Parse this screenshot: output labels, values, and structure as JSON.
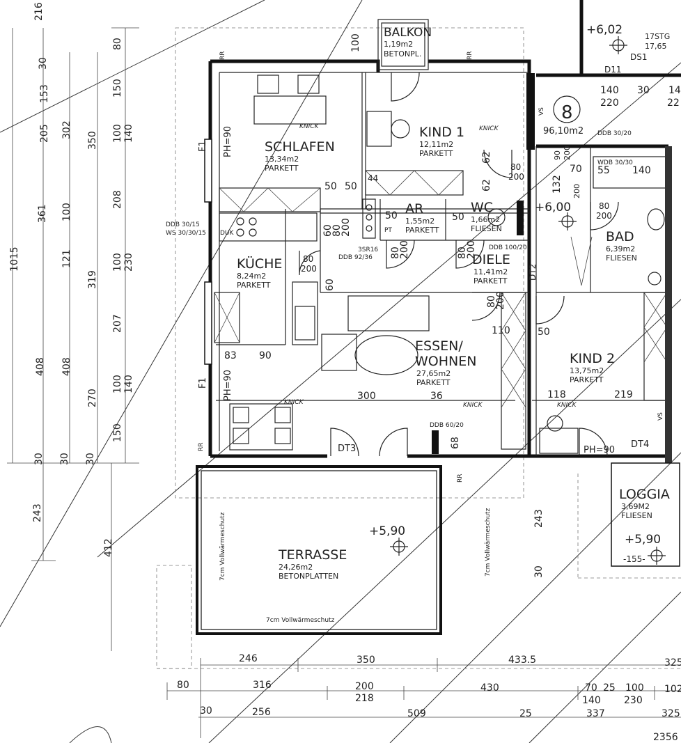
{
  "rooms": {
    "balkon": {
      "name": "BALKON",
      "area": "1,19m2",
      "floor": "BETONPL."
    },
    "kind1": {
      "name": "KIND 1",
      "area": "12,11m2",
      "floor": "PARKETT"
    },
    "schlafen": {
      "name": "SCHLAFEN",
      "area": "13,34m2",
      "floor": "PARKETT"
    },
    "ar": {
      "name": "AR",
      "area": "1,55m2",
      "floor": "PARKETT"
    },
    "wc": {
      "name": "WC",
      "area": "1,66m2",
      "floor": "FLIESEN"
    },
    "bad": {
      "name": "BAD",
      "area": "6,39m2",
      "floor": "FLIESEN"
    },
    "kueche": {
      "name": "KÜCHE",
      "area": "8,24m2",
      "floor": "PARKETT"
    },
    "diele": {
      "name": "DIELE",
      "area": "11,41m2",
      "floor": "PARKETT"
    },
    "essen": {
      "name": "ESSEN/",
      "name2": "WOHNEN",
      "area": "27,65m2",
      "floor": "PARKETT"
    },
    "kind2": {
      "name": "KIND 2",
      "area": "13,75m2",
      "floor": "PARKETT"
    },
    "loggia": {
      "name": "LOGGIA",
      "area": "3,69M2",
      "floor": "FLIESEN"
    },
    "terrasse": {
      "name": "TERRASSE",
      "area": "24,26m2",
      "floor": "BETONPLATTEN"
    }
  },
  "unit": {
    "number": "8",
    "area": "96,10m2"
  },
  "levels": {
    "top": "+6,02",
    "middle": "+6,00",
    "terrace": "+5,90",
    "loggia": "+5,90"
  },
  "labels": {
    "rr1": "RR",
    "rr2": "RR",
    "rr3": "RR",
    "rr4": "RR",
    "knick1": "KNICK",
    "knick2": "KNICK",
    "knick3": "KNICK",
    "knick4": "KNICK",
    "knick5": "KNICK",
    "f1a": "F1",
    "f1b": "F1",
    "ph1": "PH=90",
    "ph2": "PH=90",
    "ph3": "PH=90",
    "ds1": "DS1",
    "d11": "D11",
    "stg": "17STG",
    "stg2": "17,65",
    "vs1": "VS",
    "vs2": "VS",
    "ddb1": "DDB 30/20",
    "wdb": "WDB 30/30",
    "ddb2": "DDB 30/15",
    "ws": "WS 30/30/15",
    "duk": "DUK",
    "ddb3": "DDB 92/36",
    "sr": "3SR16",
    "ddb4": "DDB 100/20",
    "ddb5": "DDB 60/20",
    "dt2": "DT2",
    "dt3": "DT3",
    "dt4": "DT4",
    "pt": "PT",
    "vwsa": "7cm Vollwärmeschutz",
    "vwsb": "7cm Vollwärmeschutz",
    "vwsc": "7cm Vollwärmeschutz",
    "loggia155": "-155-"
  },
  "dims_left": {
    "a": "216",
    "b": "80",
    "c": "30",
    "d": "153",
    "e": "150",
    "f": "205",
    "g": "302",
    "h": "350",
    "i": "100",
    "j": "140",
    "k": "208",
    "l": "361",
    "m": "100",
    "n": "1015",
    "o": "121",
    "p": "319",
    "q": "100",
    "r": "230",
    "s": "207",
    "t": "408",
    "u": "408",
    "v": "270",
    "w": "100",
    "x": "140",
    "y": "150",
    "z": "30",
    "aa": "30",
    "ab": "30",
    "ac": "243",
    "ad": "412"
  },
  "dims_inner": {
    "a": "100",
    "b": "50",
    "c": "50",
    "d": "44",
    "e": "62",
    "f": "62",
    "g": "80",
    "h": "200",
    "i": "50",
    "j": "60",
    "k": "80",
    "l": "200",
    "m": "50",
    "n": "80",
    "o": "200",
    "p": "80",
    "q": "200",
    "r": "60",
    "s": "80",
    "t": "200",
    "u": "80",
    "v": "200",
    "w": "110",
    "x": "50",
    "y": "83",
    "z": "90",
    "aa": "300",
    "ab": "36",
    "ac": "68",
    "ad": "118",
    "ae": "219",
    "af": "243",
    "ag": "30",
    "ah": "140",
    "ai": "30",
    "aj": "14",
    "ak": "220",
    "al": "22",
    "am": "90",
    "an": "200",
    "ao": "70",
    "ap": "55",
    "aq": "140",
    "ar": "132",
    "as": "200",
    "at": "80",
    "au": "200"
  },
  "dims_bottom": {
    "a": "246",
    "b": "350",
    "c": "433.5",
    "d": "325",
    "e": "80",
    "f": "316",
    "g": "200",
    "h": "218",
    "i": "430",
    "j": "70",
    "k": "25",
    "l": "100",
    "m": "102",
    "n": "140",
    "o": "230",
    "p": "30",
    "q": "256",
    "r": "509",
    "s": "25",
    "t": "337",
    "u": "325",
    "v": "2356"
  }
}
